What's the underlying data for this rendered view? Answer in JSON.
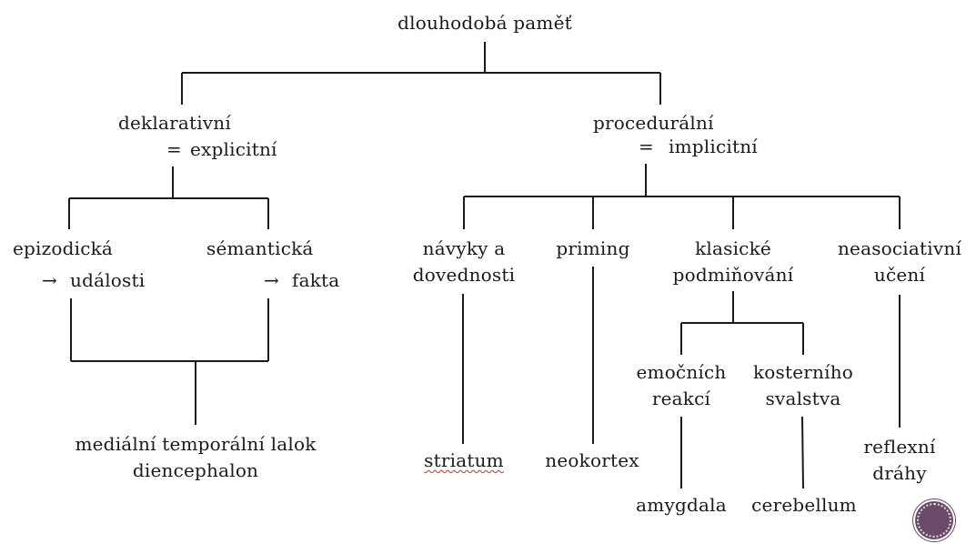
{
  "root": "dlouhodobá paměť",
  "declarative": {
    "line1": "deklarativní",
    "eq": "=",
    "line2": "explicitní"
  },
  "procedural": {
    "line1": "procedurální",
    "eq": "=",
    "line2": "implicitní"
  },
  "episodic": {
    "label": "epizodická",
    "arrow": "→",
    "sub": "události"
  },
  "semantic": {
    "label": "sémantická",
    "arrow": "→",
    "sub": "fakta"
  },
  "mtl": {
    "line1": "mediální temporální lalok",
    "line2": "diencephalon"
  },
  "habits": {
    "line1": "návyky a",
    "line2": "dovednosti",
    "region": "striatum"
  },
  "priming": {
    "label": "priming",
    "region": "neokortex"
  },
  "classical": {
    "line1": "klasické",
    "line2": "podmiňování",
    "emotional": {
      "line1": "emočních",
      "line2": "reakcí",
      "region": "amygdala"
    },
    "skeletal": {
      "line1": "kosterního",
      "line2": "svalstva",
      "region": "cerebellum"
    }
  },
  "nonassoc": {
    "line1": "neasociativní",
    "line2": "učení",
    "region1": "reflexní",
    "region2": "dráhy"
  },
  "colors": {
    "line": "#1a1a1a",
    "badge": "#6a4a66",
    "spellcheck": "#d42a2a"
  },
  "icons": {
    "badge": "dotted-circle-icon"
  }
}
